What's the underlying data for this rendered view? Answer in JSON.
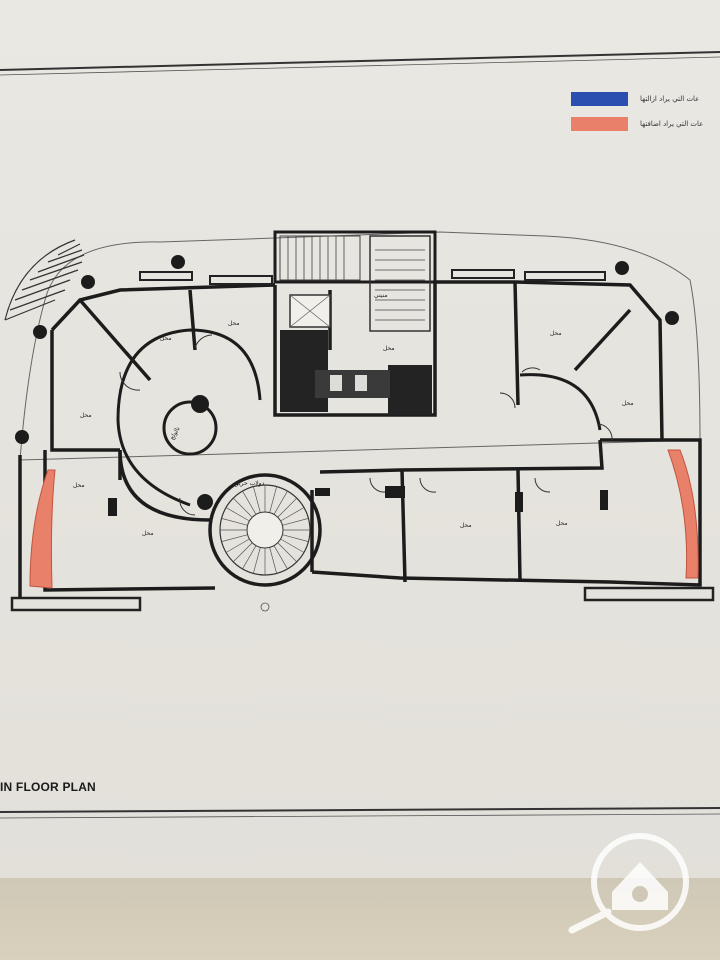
{
  "legend": {
    "items": [
      {
        "label": "عات التي يراد ازالتها",
        "color": "#2a4fb0"
      },
      {
        "label": "عات التي يراد اضافتها",
        "color": "#e9806a"
      }
    ]
  },
  "plan_title": "IN FLOOR PLAN",
  "rooms": [
    {
      "label": "محل"
    },
    {
      "label": "محل"
    },
    {
      "label": "محل"
    },
    {
      "label": "محل"
    },
    {
      "label": "محل"
    },
    {
      "label": "محل"
    },
    {
      "label": "محل"
    },
    {
      "label": "محل"
    },
    {
      "label": "محل"
    },
    {
      "label": "محل"
    }
  ],
  "hall_label": "تالولج",
  "closet_label": "دولاب حريق",
  "stair_note": "منيني",
  "watermark_icon": "home-search-icon"
}
